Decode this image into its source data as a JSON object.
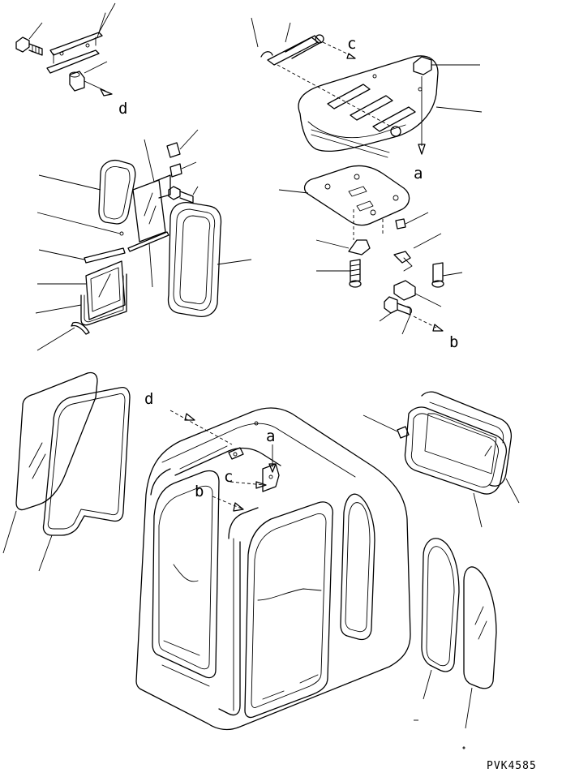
{
  "callouts": {
    "a_upper": "a",
    "a_lower": "a",
    "b_upper": "b",
    "b_lower": "b",
    "c_upper": "c",
    "c_lower": "c",
    "d_upper": "d",
    "d_lower": "d"
  },
  "drawing_code": "PVK4585"
}
